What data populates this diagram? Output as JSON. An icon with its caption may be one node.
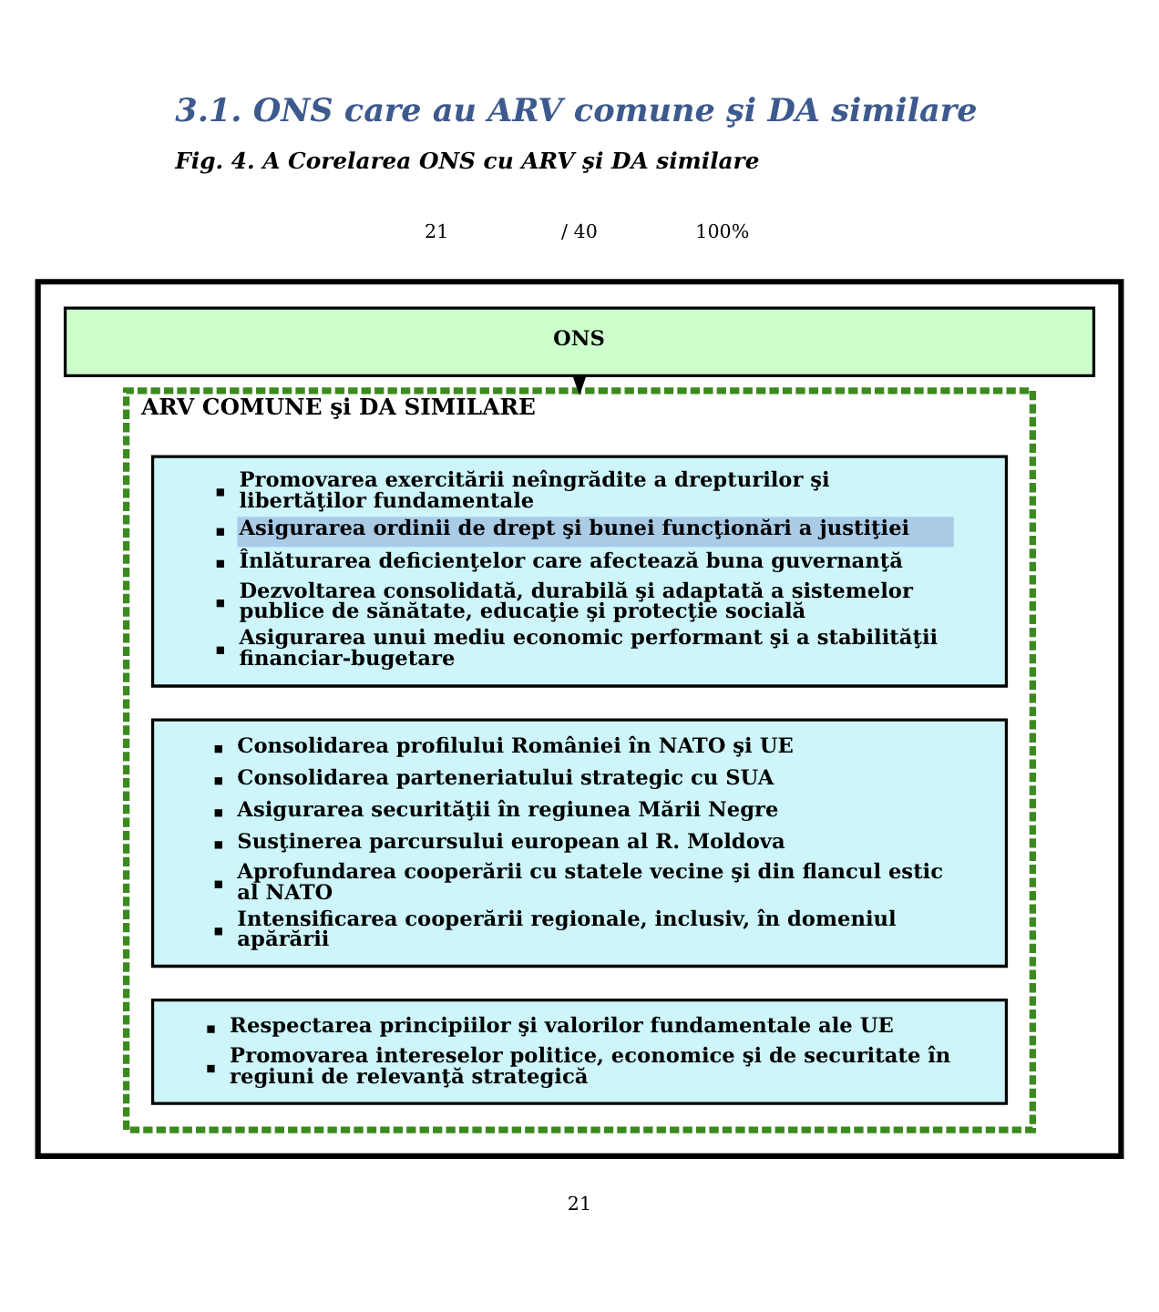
{
  "diagram": {
    "title": "3.1. ONS care au ARV comune şi DA similare",
    "caption": "Fig. 4. A Corelarea ONS cu ARV şi DA similare",
    "nodes": [
      {
        "text": [],
        "shape": "box"
      },
      {
        "text": [
          "ONS"
        ],
        "in": 0
      },
      {
        "text": [
          "ARV COMUNE şi DA SIMILARE"
        ],
        "in": 0
      },
      {
        "text": [
          "Promovarea exercitării neîngrădite a drepturilor şi libertăţilor fundamentale",
          "Asigurarea ordinii de drept şi bunei funcţionări a justiţiei",
          "Înlăturarea deficienţelor care afectează buna guvernanţă",
          "Dezvoltarea consolidată, durabilă şi adaptată a sistemelor publice de sănătate, educaţie şi protecţie socială",
          "Asigurarea unui mediu economic performant şi a stabilităţii financiar-bugetare"
        ],
        "in": 2
      },
      {
        "text": [
          "Consolidarea profilului României în NATO şi UE",
          "Consolidarea parteneriatului strategic cu SUA",
          "Asigurarea securităţii în regiunea Mării Negre",
          "Susţinerea parcursului european al R. Moldova",
          "Aprofundarea cooperării cu statele vecine şi din flancul estic al NATO",
          "Intensificarea cooperării regionale, inclusiv, în domeniul apărării"
        ],
        "in": 2
      },
      {
        "text": [
          "Respectarea principiilor şi valorilor fundamentale ale UE",
          "Promovarea intereselor politice, economice şi de securitate în regiuni de relevanţă strategică"
        ],
        "in": 2
      }
    ],
    "edges": [
      {
        "from": 1,
        "to": 2,
        "arrow": "to"
      }
    ],
    "labels": [
      "21",
      "/ 40",
      "100%",
      "21"
    ]
  }
}
